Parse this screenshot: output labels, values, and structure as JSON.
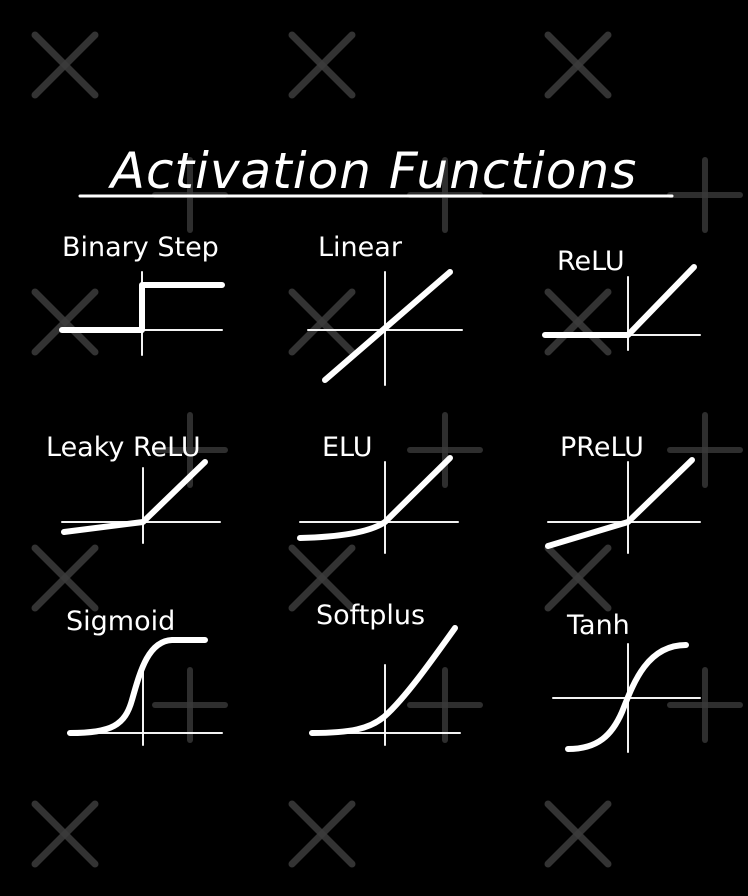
{
  "title": "Activation Functions",
  "colors": {
    "background": "#000000",
    "foreground": "#ffffff",
    "watermark": "#3c3c3c"
  },
  "functions": [
    {
      "name": "Binary Step"
    },
    {
      "name": "Linear"
    },
    {
      "name": "ReLU"
    },
    {
      "name": "Leaky ReLU"
    },
    {
      "name": "ELU"
    },
    {
      "name": "PReLU"
    },
    {
      "name": "Sigmoid"
    },
    {
      "name": "Softplus"
    },
    {
      "name": "Tanh"
    }
  ]
}
